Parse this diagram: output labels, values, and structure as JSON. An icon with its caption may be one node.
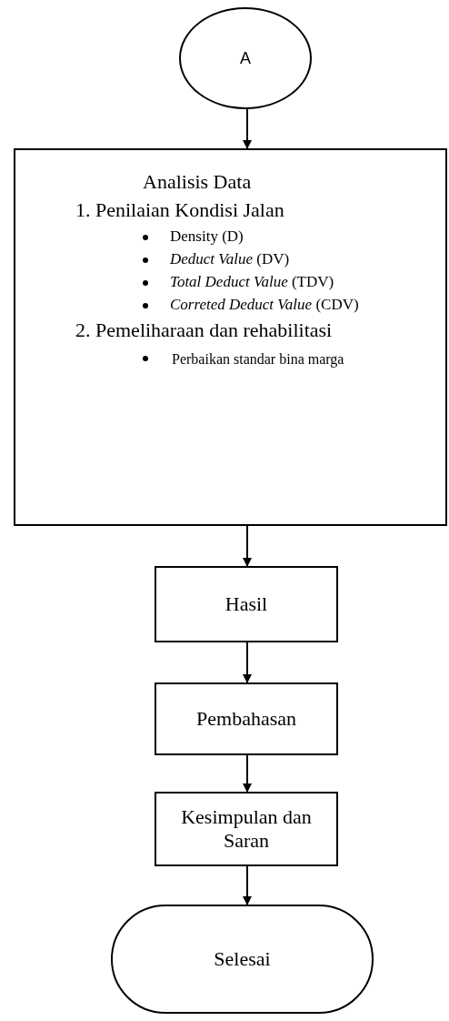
{
  "diagram": {
    "nodes": [
      {
        "text": [
          "A"
        ]
      },
      {
        "text": [
          "Analisis Data",
          "1. Penilaian Kondisi Jalan",
          "Density (D)",
          "*Deduct Value* (DV)",
          "*Total Deduct Value* (TDV)",
          "*Correted Deduct Value* (CDV)",
          "2. Pemeliharaan dan rehabilitasi",
          "Perbaikan standar bina marga"
        ]
      },
      {
        "text": [
          "Hasil"
        ]
      },
      {
        "text": [
          "Pembahasan"
        ]
      },
      {
        "text": [
          "Kesimpulan dan Saran"
        ]
      },
      {
        "text": [
          "Selesai"
        ]
      }
    ],
    "edges": [
      {
        "from": 0,
        "to": 1,
        "arrow": "to"
      },
      {
        "from": 1,
        "to": 2,
        "arrow": "to"
      },
      {
        "from": 2,
        "to": 3,
        "arrow": "to"
      },
      {
        "from": 3,
        "to": 4,
        "arrow": "to"
      },
      {
        "from": 4,
        "to": 5,
        "arrow": "to"
      }
    ]
  }
}
